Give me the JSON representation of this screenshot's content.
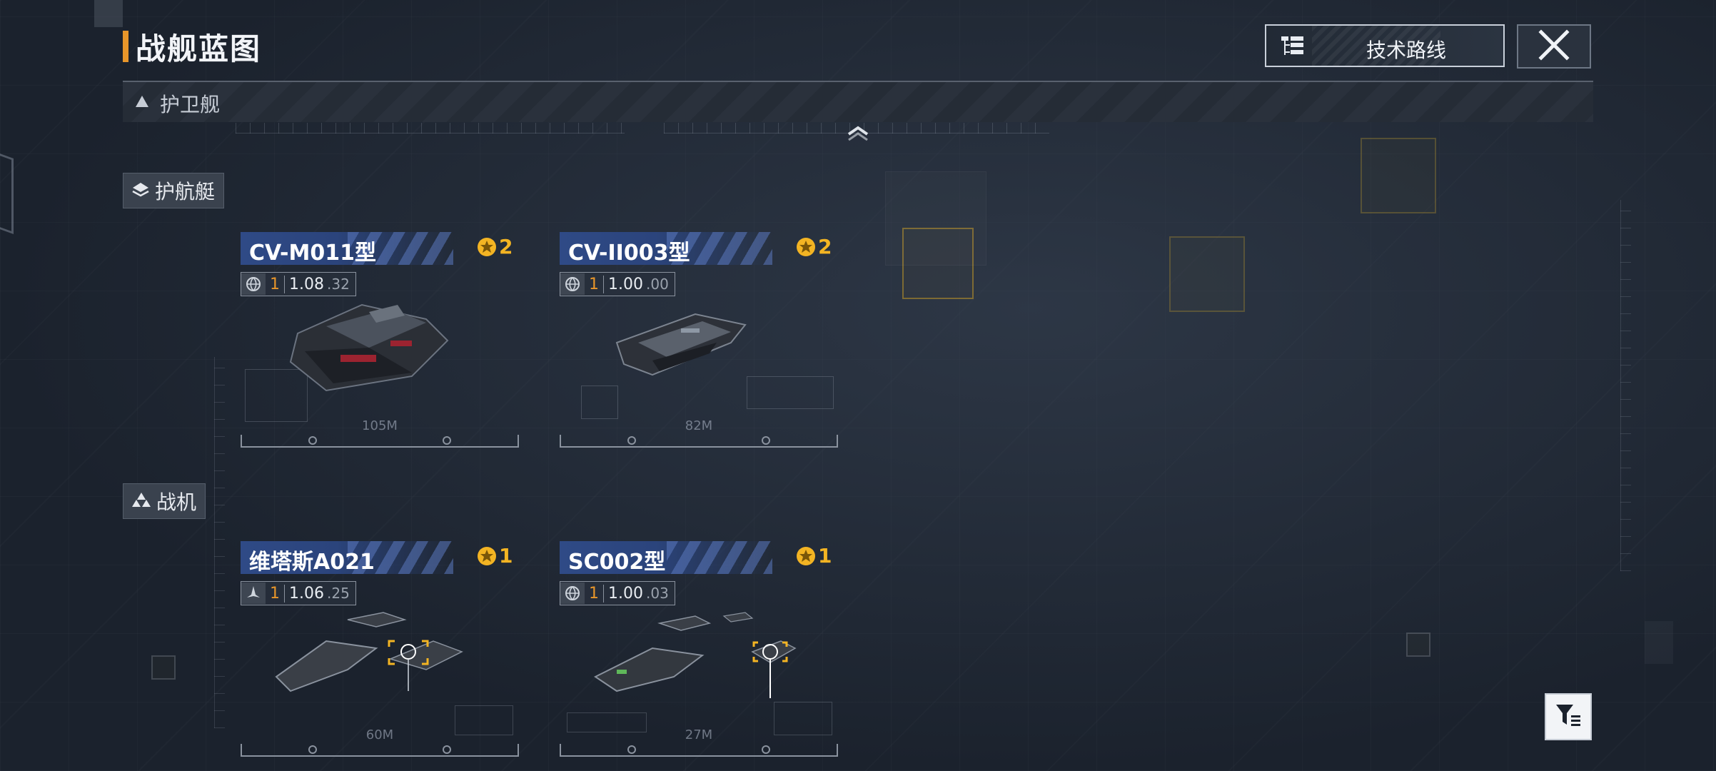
{
  "header": {
    "title": "战舰蓝图",
    "tech_route_label": "技术路线",
    "close_label": "✕"
  },
  "category": {
    "label": "护卫舰"
  },
  "sections": [
    {
      "label": "护航艇",
      "ships": [
        {
          "name": "CV-M011型",
          "stars": "2",
          "level": "1",
          "ratio": "1.08",
          "ratio_sub": ".32",
          "length": "105M"
        },
        {
          "name": "CV-II003型",
          "stars": "2",
          "level": "1",
          "ratio": "1.00",
          "ratio_sub": ".00",
          "length": "82M"
        }
      ]
    },
    {
      "label": "战机",
      "ships": [
        {
          "name": "维塔斯A021",
          "stars": "1",
          "level": "1",
          "ratio": "1.06",
          "ratio_sub": ".25",
          "length": "60M"
        },
        {
          "name": "SC002型",
          "stars": "1",
          "level": "1",
          "ratio": "1.00",
          "ratio_sub": ".03",
          "length": "27M"
        }
      ]
    }
  ],
  "colors": {
    "accent_orange": "#e8962a",
    "star_gold": "#f3b423",
    "name_bar_blue": "#2f4a86",
    "background": "#1b222d"
  },
  "icons": {
    "tech_route": "tree-list-icon",
    "close": "close-icon",
    "filter": "filter-icon",
    "category_toggle": "triangle-up-icon",
    "collapse": "chevron-up-icon"
  }
}
